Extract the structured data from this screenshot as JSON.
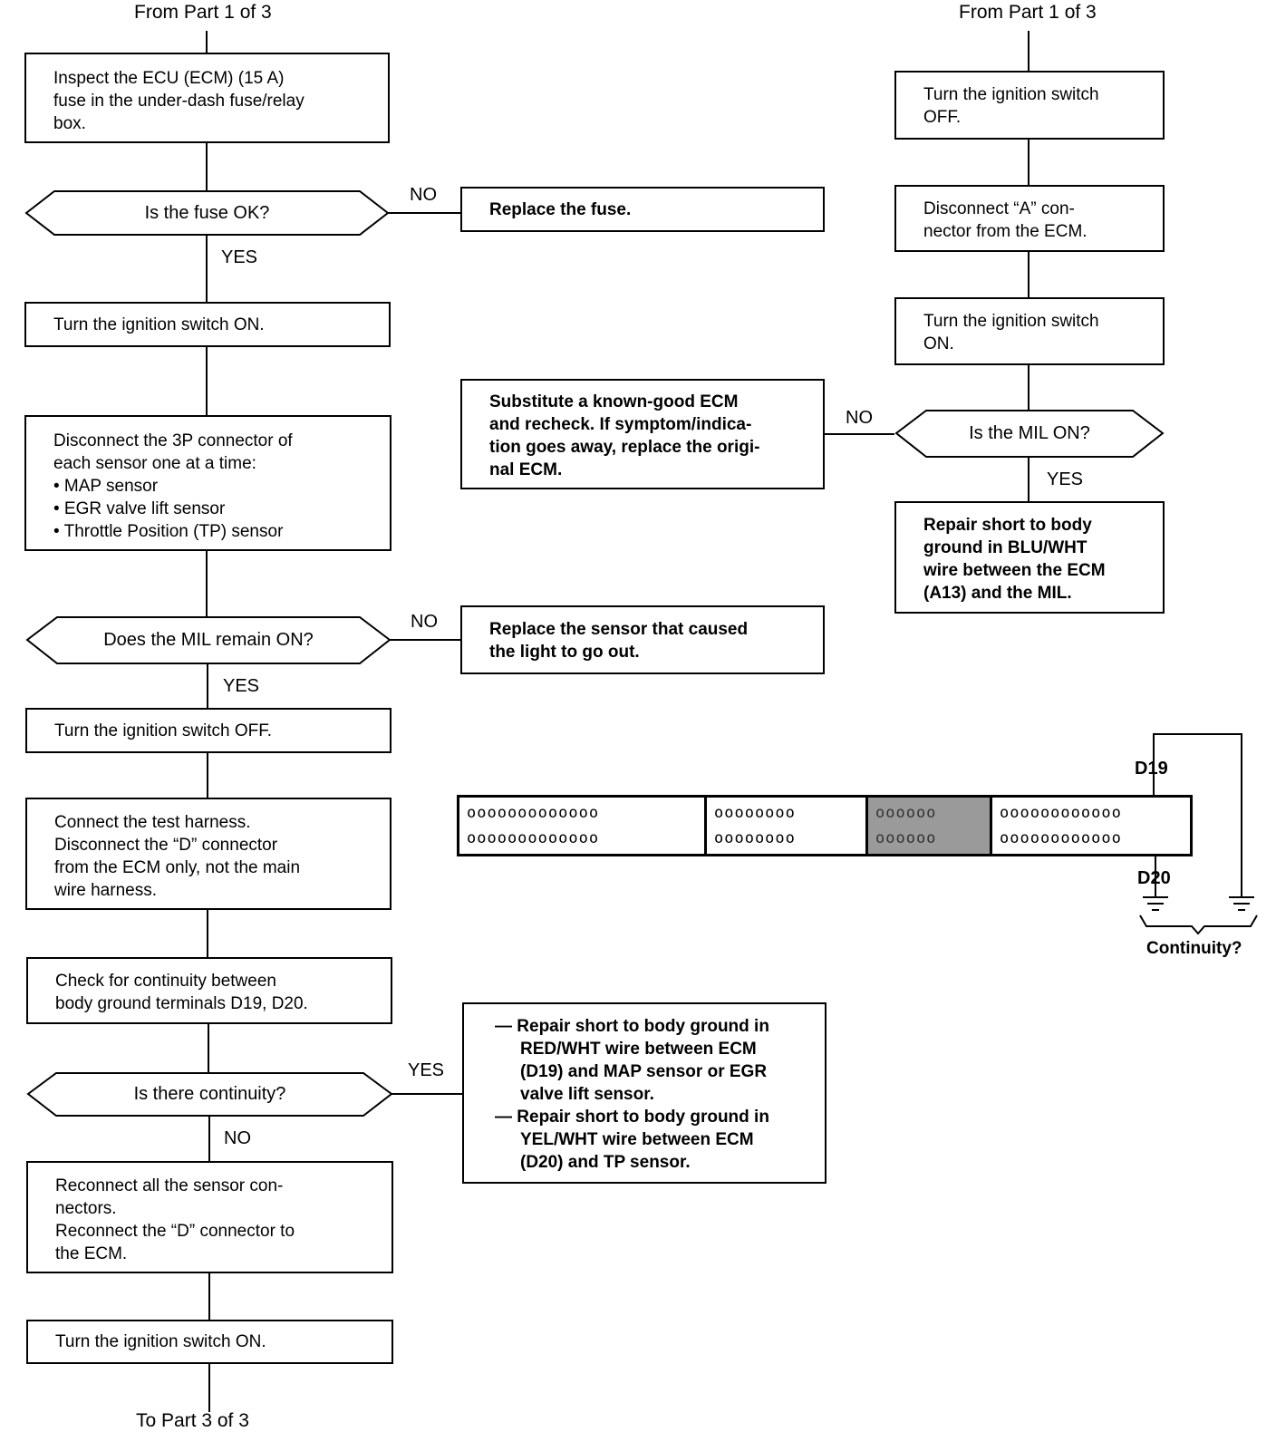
{
  "labels": {
    "from_left": "From Part 1 of 3",
    "from_right": "From Part 1 of 3",
    "to_bottom": "To Part 3 of 3"
  },
  "left": {
    "inspect_fuse": [
      "Inspect the ECU (ECM) (15 A)",
      "fuse in the under-dash fuse/relay",
      "box."
    ],
    "q_fuse": "Is the fuse OK?",
    "turn_on_1": [
      "Turn the ignition switch ON."
    ],
    "disconnect_3p": [
      "Disconnect the 3P connector of",
      "each sensor one at a time:",
      "• MAP sensor",
      "• EGR valve lift sensor",
      "• Throttle Position (TP) sensor"
    ],
    "q_mil_remain": "Does the MIL remain ON?",
    "turn_off": [
      "Turn the ignition switch OFF."
    ],
    "connect_harness": [
      "Connect the test harness.",
      "Disconnect the “D” connector",
      "from the ECM only, not the main",
      "wire harness."
    ],
    "check_continuity": [
      "Check for continuity between",
      "body ground terminals D19, D20."
    ],
    "q_continuity": "Is there continuity?",
    "reconnect": [
      "Reconnect all the sensor con-",
      "nectors.",
      "Reconnect the “D” connector to",
      "the ECM."
    ],
    "turn_on_2": [
      "Turn the ignition switch ON."
    ]
  },
  "middle": {
    "replace_fuse": [
      "Replace the fuse."
    ],
    "substitute_ecm": [
      "Substitute a known-good ECM",
      "and recheck. If symptom/indica-",
      "tion goes away, replace the origi-",
      "nal ECM."
    ],
    "replace_sensor": [
      "Replace the sensor that caused",
      "the light to go out."
    ],
    "repair_short": [
      "— Repair short to body ground in",
      "RED/WHT wire between ECM",
      "(D19) and MAP sensor or EGR",
      "valve lift sensor.",
      "— Repair short to body ground in",
      "YEL/WHT wire between ECM",
      "(D20) and TP sensor."
    ]
  },
  "right": {
    "turn_off": [
      "Turn the ignition switch",
      "OFF."
    ],
    "disconnect_a": [
      "Disconnect “A” con-",
      "nector from the ECM."
    ],
    "turn_on": [
      "Turn the ignition switch",
      "ON."
    ],
    "q_mil_on": "Is the MIL ON?",
    "repair_blu": [
      "Repair short to body",
      "ground in BLU/WHT",
      "wire between the ECM",
      "(A13) and the MIL."
    ]
  },
  "answers": {
    "no_fuse": "NO",
    "yes_fuse": "YES",
    "no_mil_remain": "NO",
    "yes_mil_remain": "YES",
    "no_mil_on": "NO",
    "yes_mil_on": "YES",
    "yes_continuity": "YES",
    "no_continuity": "NO"
  },
  "connector": {
    "seg1_row1": "ooooooooooooo",
    "seg1_row2": "ooooooooooooo",
    "seg2_row1": "oooooooo",
    "seg2_row2": "oooooooo",
    "seg3_row1": "oooooo",
    "seg3_row2": "oooooo",
    "seg4_row1": "oooooooooooo",
    "seg4_row2": "oooooooooooo",
    "pin_top": "D19",
    "pin_bottom": "D20",
    "continuity": "Continuity?"
  }
}
